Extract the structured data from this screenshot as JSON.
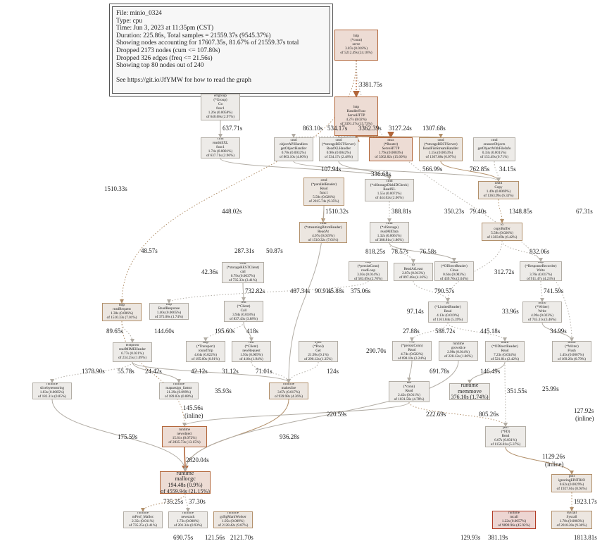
{
  "legend": {
    "lines": [
      "File: minio_0324",
      "Type: cpu",
      "Time: Jun 3, 2023 at 11:35pm (CST)",
      "Duration: 225.86s, Total samples = 21559.37s (9545.37%)",
      "Showing nodes accounting for 17607.35s, 81.67% of 21559.37s total",
      "Dropped 2173 nodes (cum <= 107.80s)",
      "Dropped 326 edges (freq <= 21.56s)",
      "Showing top 80 nodes out of 240",
      "",
      "See https://git.io/JfYMW for how to read the graph"
    ]
  },
  "nodes": [
    {
      "id": "http-conn-serve",
      "lines": [
        "http",
        "(*conn)",
        "serve",
        "3.87s (0.018%)",
        "of 5212.49s (24.18%)"
      ]
    },
    {
      "id": "http-handlerfunc-servehttp",
      "lines": [
        "http",
        "HandlerFunc",
        "ServeHTTP",
        "4.27s (0.02%)",
        "of 3391.37s (15.73%)"
      ]
    },
    {
      "id": "errgroup-go-func1",
      "lines": [
        "errgroup",
        "(*Group)",
        "Go",
        "func1",
        "1.26s (0.0058%)",
        "of 640.68s (2.97%)"
      ]
    },
    {
      "id": "cmd-readallxl-func1",
      "lines": [
        "cmd",
        "readAllXL",
        "func1",
        "1.74s (0.0081%)",
        "of 637.71s (2.96%)"
      ]
    },
    {
      "id": "cmd-getobjecthandler",
      "lines": [
        "cmd",
        "objectAPIHandlers",
        "getObjectHandler",
        "0.70s (0.0032%)",
        "of 863.10s (4.00%)"
      ]
    },
    {
      "id": "cmd-readxlhandler",
      "lines": [
        "cmd",
        "(*storageRESTServer)",
        "ReadXLHandler",
        "0.90s (0.0042%)",
        "of 534.17s (2.48%)"
      ]
    },
    {
      "id": "mux-router-servehttp",
      "lines": [
        "mux",
        "(*Router)",
        "ServeHTTP",
        "1.79s (0.0083%)",
        "of 3362.82s (15.60%)"
      ]
    },
    {
      "id": "cmd-readfilestreamhandler",
      "lines": [
        "cmd",
        "(*storageRESTServer)",
        "ReadFileStreamHandler",
        "1.15s (0.0053%)",
        "of 1307.68s (6.07%)"
      ]
    },
    {
      "id": "cmd-getobjectwithfileinfo",
      "lines": [
        "cmd",
        "erasureObjects",
        "getObjectWithFileInfo",
        "0.33s (0.0015%)",
        "of 153.49s (0.71%)"
      ]
    },
    {
      "id": "cmd-parallelreader-read-func1",
      "lines": [
        "cmd",
        "(*parallelReader)",
        "Read",
        "func1",
        "5.50s (0.026%)",
        "of 2015.74s (9.35%)"
      ]
    },
    {
      "id": "cmd-diskidcheck-readxl",
      "lines": [
        "cmd",
        "(*xlStorageDiskIDCheck)",
        "ReadXL",
        "1.55s (0.0072%)",
        "of 444.62s (2.06%)"
      ]
    },
    {
      "id": "ioutil-copy",
      "lines": [
        "ioutil",
        "Copy",
        "1.49s (0.0069%)",
        "of 1363.99s (6.33%)"
      ]
    },
    {
      "id": "cmd-streamingbitrotreader-readat",
      "lines": [
        "cmd",
        "(*streamingBitrotReader)",
        "ReadAt",
        "4.07s (0.019%)",
        "of 1510.32s (7.01%)"
      ]
    },
    {
      "id": "cmd-xlstorage-readalldata",
      "lines": [
        "cmd",
        "(*xlStorage)",
        "readAllData",
        "1.32s (0.0061%)",
        "of 388.81s (1.80%)"
      ]
    },
    {
      "id": "io-copybuffer",
      "lines": [
        "io",
        "copyBuffer",
        "5.58s (0.026%)",
        "of 1383.69s (6.42%)"
      ]
    },
    {
      "id": "cmd-storagerestclient-call",
      "lines": [
        "cmd",
        "(*storageRESTClient)",
        "call",
        "0.79s (0.0037%)",
        "of 735.33s (3.41%)"
      ]
    },
    {
      "id": "http-persistconn-readloop",
      "lines": [
        "http",
        "(*persistConn)",
        "readLoop",
        "3.03s (0.014%)",
        "of 583.09s (2.70%)"
      ]
    },
    {
      "id": "io-readatleast",
      "lines": [
        "io",
        "ReadAtLeast",
        "2.87s (0.013%)",
        "of 897.48s (4.16%)"
      ]
    },
    {
      "id": "ioutil-odirectreader-close",
      "lines": [
        "ioutil",
        "(*ODirectReader)",
        "Close",
        "0.64s (0.003%)",
        "of 439.70s (2.04%)"
      ]
    },
    {
      "id": "http-responserecorder-write",
      "lines": [
        "http",
        "(*ResponseRecorder)",
        "Write",
        "3.76s (0.017%)",
        "of 911.47s (4.23%)"
      ]
    },
    {
      "id": "http-readrequest",
      "lines": [
        "http",
        "readRequest",
        "1.30s (0.006%)",
        "of 1510.33s (7.01%)"
      ]
    },
    {
      "id": "http-readresponse",
      "lines": [
        "http",
        "ReadResponse",
        "1.40s (0.0065%)",
        "of 375.06s (1.74%)"
      ]
    },
    {
      "id": "rest-client-call",
      "lines": [
        "rest",
        "(*Client)",
        "Call",
        "3.94s (0.018%)",
        "of 837.43s (3.88%)"
      ]
    },
    {
      "id": "io-limitedreader-read",
      "lines": [
        "io",
        "(*LimitedReader)",
        "Read",
        "4.13s (0.019%)",
        "of 1161.84s (5.39%)"
      ]
    },
    {
      "id": "bufio-writer-write",
      "lines": [
        "bufio",
        "(*Writer)",
        "Write",
        "4.99s (0.023%)",
        "of 745.31s (3.46%)"
      ]
    },
    {
      "id": "textproto-readmimeheader",
      "lines": [
        "textproto",
        "readMIMEHeader",
        "6.77s (0.031%)",
        "of 234.25s (1.09%)"
      ]
    },
    {
      "id": "http-transport-roundtrip",
      "lines": [
        "http",
        "(*Transport)",
        "roundTrip",
        "4.64s (0.022%)",
        "of 195.60s (0.91%)"
      ]
    },
    {
      "id": "rest-client-newrequest",
      "lines": [
        "rest",
        "(*Client)",
        "newRequest",
        "1.93s (0.009%)",
        "of 418s (1.94%)"
      ]
    },
    {
      "id": "sync-pool-get",
      "lines": [
        "sync",
        "(*Pool)",
        "Get",
        "21.99s (0.1%)",
        "of 290.12s (1.35%)"
      ]
    },
    {
      "id": "http-persistconn-read",
      "lines": [
        "http",
        "(*persistConn)",
        "Read",
        "4.74s (0.022%)",
        "of 698.10s (3.24%)"
      ]
    },
    {
      "id": "runtime-growslice",
      "lines": [
        "runtime",
        "growslice",
        "2.98s (0.014%)",
        "of 228.12s (1.06%)"
      ]
    },
    {
      "id": "ioutil-odirectreader-read",
      "lines": [
        "ioutil",
        "(*ODirectReader)",
        "Read",
        "7.23s (0.034%)",
        "of 521.81s (2.42%)"
      ]
    },
    {
      "id": "bufio-writer-flush",
      "lines": [
        "bufio",
        "(*Writer)",
        "Flush",
        "1.45s (0.0067%)",
        "of 169.26s (0.79%)"
      ]
    },
    {
      "id": "runtime-slicebytetostring",
      "lines": [
        "runtime",
        "slicebytetostring",
        "1.83s (0.0085%)",
        "of 182.31s (0.85%)"
      ]
    },
    {
      "id": "runtime-mapassign-faststr",
      "lines": [
        "runtime",
        "mapassign_faststr",
        "21.29s (0.099%)",
        "of 189.83s (0.88%)"
      ]
    },
    {
      "id": "runtime-makeslice",
      "lines": [
        "runtime",
        "makeslice",
        "3.67s (0.017%)",
        "of 939.98s (4.36%)"
      ]
    },
    {
      "id": "net-conn-read",
      "lines": [
        "net",
        "(*conn)",
        "Read",
        "2.42s (0.011%)",
        "of 1031.56s (4.78%)"
      ]
    },
    {
      "id": "runtime-memmove",
      "lines": [
        "runtime",
        "memmove",
        "376.10s (1.74%)"
      ]
    },
    {
      "id": "runtime-newobject",
      "lines": [
        "runtime",
        "newobject",
        "15.61s (0.072%)",
        "of 2835.73s (13.15%)"
      ]
    },
    {
      "id": "poll-fd-read",
      "lines": [
        "poll",
        "(*FD)",
        "Read",
        "6.67s (0.031%)",
        "of 1156.81s (5.37%)"
      ]
    },
    {
      "id": "runtime-mallocgc",
      "lines": [
        "runtime",
        "mallocgc",
        "194.48s (0.9%)",
        "of 4559.94s (21.15%)"
      ]
    },
    {
      "id": "poll-ignoringeintrio",
      "lines": [
        "poll",
        "ignoringEINTRIO",
        "0.62s (0.0029%)",
        "of 1927.61s (8.94%)"
      ]
    },
    {
      "id": "runtime-mprof-malloc",
      "lines": [
        "runtime",
        "mProf_Malloc",
        "2.35s (0.011%)",
        "of 735.25s (3.41%)"
      ]
    },
    {
      "id": "runtime-newstack",
      "lines": [
        "runtime",
        "newstack",
        "1.73s (0.008%)",
        "of 201.34s (0.93%)"
      ]
    },
    {
      "id": "runtime-gcbgmarkworker",
      "lines": [
        "runtime",
        "gcBgMarkWorker",
        "1.95s (0.009%)",
        "of 2128.42s (9.87%)"
      ]
    },
    {
      "id": "runtime-mcall",
      "lines": [
        "runtime",
        "mcall",
        "1.22s (0.0057%)",
        "of 9899.96s (45.92%)"
      ]
    },
    {
      "id": "syscall-syscall",
      "lines": [
        "syscall",
        "Syscall",
        "1.78s (0.0083%)",
        "of 2018.20s (9.36%)"
      ]
    }
  ],
  "edge_labels": [
    "3381.75s",
    "637.71s",
    "863.10s",
    "534.17s",
    "3362.39s",
    "3127.24s",
    "1307.68s",
    "1510.33s",
    "107.94s",
    "336.68s",
    "566.99s",
    "762.85s",
    "34.15s",
    "448.02s",
    "1510.32s",
    "388.81s",
    "350.23s",
    "79.40s",
    "1348.85s",
    "67.31s",
    "48.57s",
    "287.31s",
    "50.87s",
    "818.25s",
    "78.57s",
    "76.58s",
    "832.06s",
    "42.36s",
    "45.88s",
    "732.82s",
    "487.34s",
    "90.91s",
    "375.06s",
    "312.72s",
    "790.57s",
    "741.59s",
    "97.14s",
    "33.96s",
    "89.65s",
    "144.60s",
    "195.60s",
    "418s",
    "27.88s",
    "588.72s",
    "445.18s",
    "34.99s",
    "25.99s",
    "290.70s",
    "1378.90s",
    "55.78s",
    "24.42s",
    "42.12s",
    "31.12s",
    "71.01s",
    "124s",
    "691.78s",
    "146.49s",
    "35.93s",
    "351.55s",
    "145.56s",
    "(inline)",
    "220.59s",
    "222.69s",
    "805.26s",
    "127.92s",
    "(inline)",
    "175.59s",
    "936.28s",
    "2820.04s",
    "1129.26s",
    "(inline)",
    "1923.17s",
    "735.25s",
    "37.30s",
    "690.75s",
    "121.56s",
    "2121.70s",
    "129.93s",
    "381.19s",
    "1813.81s"
  ],
  "colors": {
    "hot": "#b2663a",
    "warm": "#b2906b",
    "cool": "#b2ada5",
    "red": "#b23c26"
  }
}
